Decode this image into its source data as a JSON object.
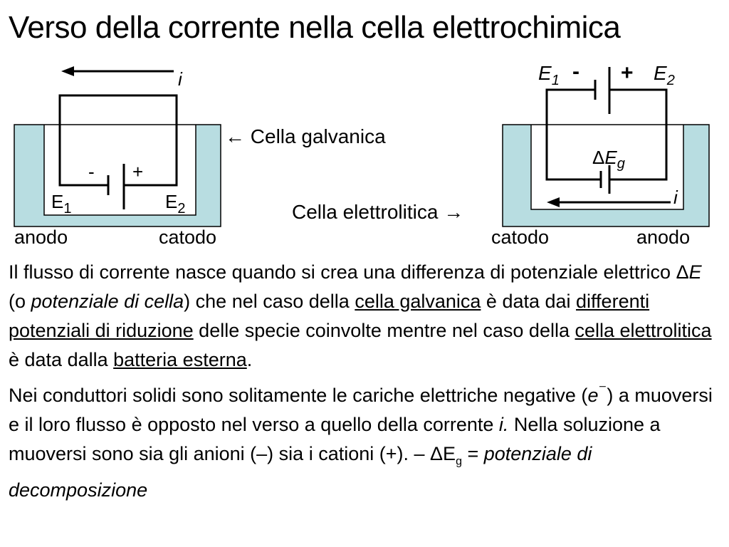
{
  "title": "Verso della corrente nella cella elettrochimica",
  "arrow_glyph": "←",
  "arrow_right_glyph": "→",
  "galvanic": {
    "label": "Cella galvanica",
    "current": "i",
    "minus": "-",
    "plus": "+",
    "e1": "E",
    "e1_sub": "1",
    "e2": "E",
    "e2_sub": "2",
    "left_electrode": "anodo",
    "right_electrode": "catodo"
  },
  "electrolytic": {
    "label": "Cella elettrolitica",
    "current": "i",
    "minus": "-",
    "plus": "+",
    "e1": "E",
    "e1_sub": "1",
    "e2": "E",
    "e2_sub": "2",
    "delta": "Δ",
    "eg": "E",
    "eg_sub": "g",
    "left_electrode": "catodo",
    "right_electrode": "anodo"
  },
  "paragraph1": {
    "t1": "Il flusso di corrente nasce quando si crea una differenza di potenziale elettrico Δ",
    "t2": "E",
    "t3": " (o ",
    "t4": "potenziale di cella",
    "t5": ") che nel caso della ",
    "u1": "cella galvanica",
    "t6": " è data dai ",
    "u2": "differenti potenziali di riduzione",
    "t7": " delle specie coinvolte mentre nel caso della ",
    "u3": "cella elettrolitica",
    "t8": " è data dalla ",
    "u4": "batteria esterna",
    "t9": "."
  },
  "paragraph2": {
    "t1": "Nei conduttori solidi sono solitamente le cariche elettriche negative (",
    "t2": "e",
    "t3": "⁻",
    "t4": ") a muoversi e il loro flusso è opposto nel verso a quello della corrente ",
    "t5": "i.",
    "t6": " Nella soluzione a muoversi sono sia gli anioni (–) sia i cationi (+). – ΔE",
    "t7": "g",
    "t8": " = ",
    "t9": "potenziale di decomposizione"
  },
  "colors": {
    "electrolyte": "#b8dde1",
    "line": "#000000",
    "background": "#ffffff"
  }
}
